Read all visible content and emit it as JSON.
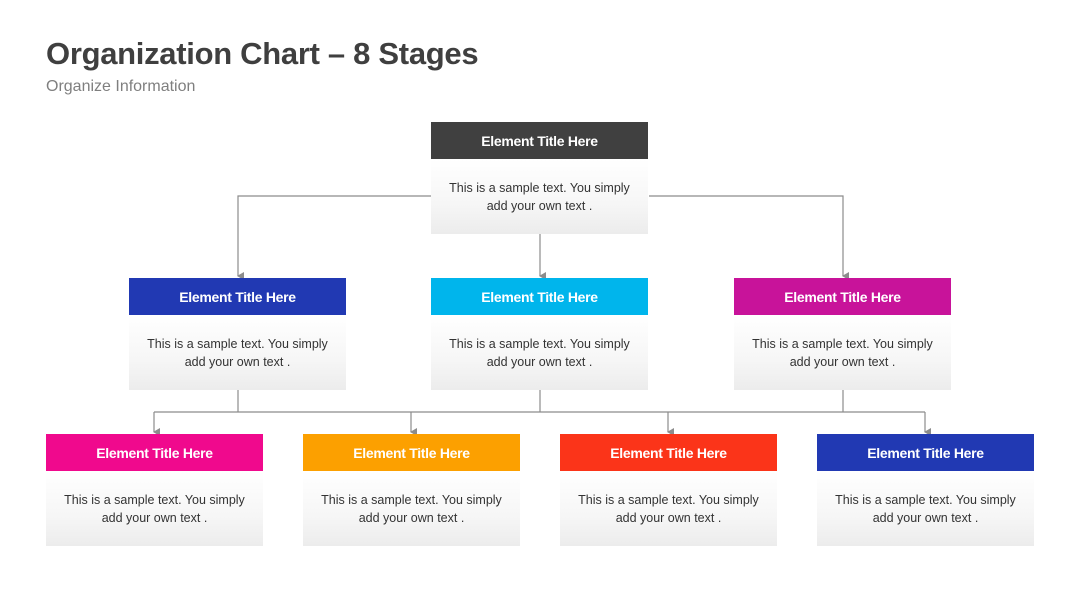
{
  "header": {
    "title": "Organization Chart – 8 Stages",
    "subtitle": "Organize Information"
  },
  "colors": {
    "connector": "#8c8c8c"
  },
  "nodes": [
    {
      "id": "root",
      "title": "Element Title Here",
      "text": "This is a sample text. You simply add your own text .",
      "color": "#404040"
    },
    {
      "id": "level2-1",
      "title": "Element Title Here",
      "text": "This is a sample text. You simply add your own text .",
      "color": "#2139b3"
    },
    {
      "id": "level2-2",
      "title": "Element Title Here",
      "text": "This is a sample text. You simply add your own text .",
      "color": "#00b5ec"
    },
    {
      "id": "level2-3",
      "title": "Element Title Here",
      "text": "This is a sample text. You simply add your own text .",
      "color": "#c8139a"
    },
    {
      "id": "level3-1",
      "title": "Element Title Here",
      "text": "This is a sample text. You simply add your own text .",
      "color": "#f0098d"
    },
    {
      "id": "level3-2",
      "title": "Element Title Here",
      "text": "This is a sample text. You simply add your own text .",
      "color": "#fca000"
    },
    {
      "id": "level3-3",
      "title": "Element Title Here",
      "text": "This is a sample text. You simply add your own text .",
      "color": "#fb3419"
    },
    {
      "id": "level3-4",
      "title": "Element Title Here",
      "text": "This is a sample text. You simply add your own text .",
      "color": "#2139b3"
    }
  ]
}
